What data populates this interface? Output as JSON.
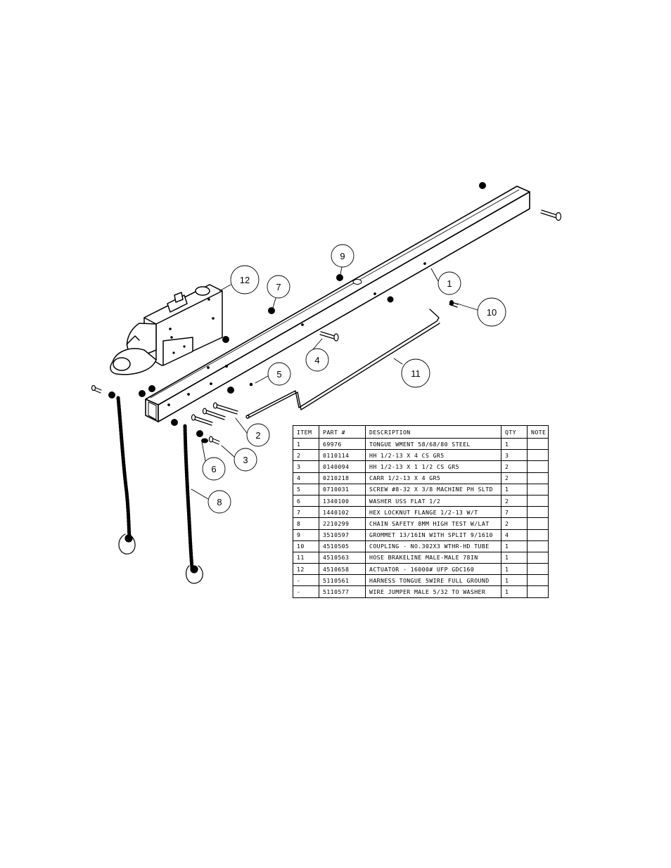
{
  "callouts": [
    {
      "id": "callout-1",
      "label": "1"
    },
    {
      "id": "callout-2",
      "label": "2"
    },
    {
      "id": "callout-3",
      "label": "3"
    },
    {
      "id": "callout-4",
      "label": "4"
    },
    {
      "id": "callout-5",
      "label": "5"
    },
    {
      "id": "callout-6",
      "label": "6"
    },
    {
      "id": "callout-7",
      "label": "7"
    },
    {
      "id": "callout-8",
      "label": "8"
    },
    {
      "id": "callout-9",
      "label": "9"
    },
    {
      "id": "callout-10",
      "label": "10"
    },
    {
      "id": "callout-11",
      "label": "11"
    },
    {
      "id": "callout-12",
      "label": "12"
    }
  ],
  "table": {
    "headers": [
      "ITEM",
      "PART #",
      "DESCRIPTION",
      "QTY",
      "NOTE"
    ],
    "rows": [
      [
        "1",
        "69976",
        "TONGUE WMENT 58/68/80 STEEL",
        "1",
        ""
      ],
      [
        "2",
        "0110114",
        "HH 1/2-13 X 4 CS GR5",
        "3",
        ""
      ],
      [
        "3",
        "0140094",
        "HH 1/2-13 X 1 1/2 CS GR5",
        "2",
        ""
      ],
      [
        "4",
        "0210218",
        "CARR 1/2-13 X 4 GR5",
        "2",
        ""
      ],
      [
        "5",
        "0710031",
        "SCREW #8-32 X 3/8 MACHINE PH SLTD",
        "1",
        ""
      ],
      [
        "6",
        "1340100",
        "WASHER USS FLAT 1/2",
        "2",
        ""
      ],
      [
        "7",
        "1440102",
        "HEX LOCKNUT FLANGE 1/2-13 W/T",
        "7",
        ""
      ],
      [
        "8",
        "2210299",
        "CHAIN SAFETY 8MM HIGH TEST W/LAT",
        "2",
        ""
      ],
      [
        "9",
        "3510597",
        "GROMMET 13/16IN  WITH SPLIT 9/1610",
        "4",
        ""
      ],
      [
        "10",
        "4510505",
        "COUPLING - NO.302X3 WTHR-HD TUBE",
        "1",
        ""
      ],
      [
        "11",
        "4510563",
        "HOSE BRAKELINE MALE-MALE 78IN",
        "1",
        ""
      ],
      [
        "12",
        "4510658",
        "ACTUATOR - 16000# UFP  GDC160",
        "1",
        ""
      ],
      [
        "-",
        "5110561",
        "HARNESS TONGUE 5WIRE FULL GROUND",
        "1",
        ""
      ],
      [
        "-",
        "5110577",
        "WIRE JUMPER MALE 5/32 TO WASHER",
        "1",
        ""
      ]
    ]
  }
}
